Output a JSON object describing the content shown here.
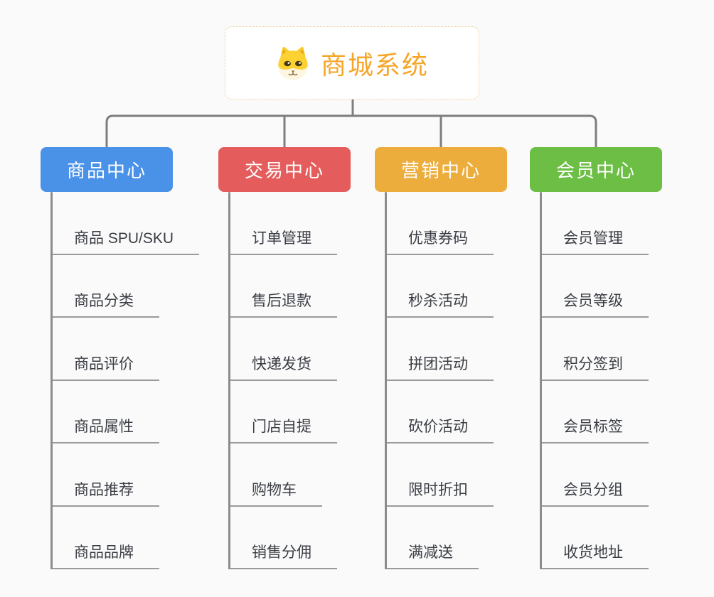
{
  "background": "#FAFAFA",
  "connector_color": "#7E7E7E",
  "line_color": "#8C8C8C",
  "underline_color": "#9A9A9A",
  "leaf_text_color": "#3A3E44",
  "root": {
    "label": "商城系统",
    "icon": "dog-face-icon",
    "text_color": "#F5A62A",
    "border_color": "#F2C98B",
    "background": "#FFFFFF"
  },
  "branches": [
    {
      "label": "商品中心",
      "color": "#4A91E8",
      "children": [
        "商品 SPU/SKU",
        "商品分类",
        "商品评价",
        "商品属性",
        "商品推荐",
        "商品品牌"
      ]
    },
    {
      "label": "交易中心",
      "color": "#E45C5C",
      "children": [
        "订单管理",
        "售后退款",
        "快递发货",
        "门店自提",
        "购物车",
        "销售分佣"
      ]
    },
    {
      "label": "营销中心",
      "color": "#EDAD3D",
      "children": [
        "优惠券码",
        "秒杀活动",
        "拼团活动",
        "砍价活动",
        "限时折扣",
        "满减送"
      ]
    },
    {
      "label": "会员中心",
      "color": "#6DBE45",
      "children": [
        "会员管理",
        "会员等级",
        "积分签到",
        "会员标签",
        "会员分组",
        "收货地址"
      ]
    }
  ]
}
